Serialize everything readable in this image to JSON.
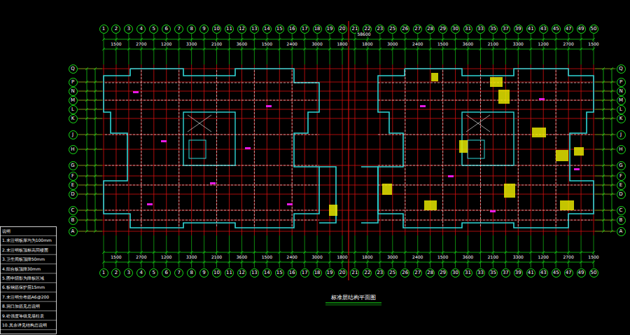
{
  "diagram": {
    "title": "标准层结构平面图",
    "nodes": [
      {
        "text": [
          "1"
        ]
      },
      {
        "text": [
          "2"
        ]
      },
      {
        "text": [
          "3"
        ]
      },
      {
        "text": [
          "4"
        ]
      },
      {
        "text": [
          "5"
        ]
      },
      {
        "text": [
          "6"
        ]
      },
      {
        "text": [
          "7"
        ]
      },
      {
        "text": [
          "8"
        ]
      },
      {
        "text": [
          "9"
        ]
      },
      {
        "text": [
          "10"
        ]
      },
      {
        "text": [
          "11"
        ]
      },
      {
        "text": [
          "12"
        ]
      },
      {
        "text": [
          "13"
        ]
      },
      {
        "text": [
          "14"
        ]
      },
      {
        "text": [
          "15"
        ]
      },
      {
        "text": [
          "16"
        ]
      },
      {
        "text": [
          "17"
        ]
      },
      {
        "text": [
          "18"
        ]
      },
      {
        "text": [
          "19"
        ]
      },
      {
        "text": [
          "20"
        ]
      },
      {
        "text": [
          "21"
        ]
      },
      {
        "text": [
          "22"
        ]
      },
      {
        "text": [
          "23"
        ]
      },
      {
        "text": [
          "25"
        ]
      },
      {
        "text": [
          "26"
        ]
      },
      {
        "text": [
          "27"
        ]
      },
      {
        "text": [
          "28"
        ]
      },
      {
        "text": [
          "29"
        ]
      },
      {
        "text": [
          "30"
        ]
      },
      {
        "text": [
          "31"
        ]
      },
      {
        "text": [
          "33"
        ]
      },
      {
        "text": [
          "35"
        ]
      },
      {
        "text": [
          "37"
        ]
      },
      {
        "text": [
          "39"
        ]
      },
      {
        "text": [
          "41"
        ]
      },
      {
        "text": [
          "43"
        ]
      },
      {
        "text": [
          "45"
        ]
      },
      {
        "text": [
          "47"
        ]
      },
      {
        "text": [
          "49"
        ]
      },
      {
        "text": [
          "50"
        ]
      },
      {
        "text": [
          "1"
        ]
      },
      {
        "text": [
          "2"
        ]
      },
      {
        "text": [
          "3"
        ]
      },
      {
        "text": [
          "4"
        ]
      },
      {
        "text": [
          "5"
        ]
      },
      {
        "text": [
          "6"
        ]
      },
      {
        "text": [
          "7"
        ]
      },
      {
        "text": [
          "8"
        ]
      },
      {
        "text": [
          "9"
        ]
      },
      {
        "text": [
          "10"
        ]
      },
      {
        "text": [
          "11"
        ]
      },
      {
        "text": [
          "12"
        ]
      },
      {
        "text": [
          "13"
        ]
      },
      {
        "text": [
          "14"
        ]
      },
      {
        "text": [
          "15"
        ]
      },
      {
        "text": [
          "16"
        ]
      },
      {
        "text": [
          "17"
        ]
      },
      {
        "text": [
          "18"
        ]
      },
      {
        "text": [
          "19"
        ]
      },
      {
        "text": [
          "20"
        ]
      },
      {
        "text": [
          "21"
        ]
      },
      {
        "text": [
          "22"
        ]
      },
      {
        "text": [
          "23"
        ]
      },
      {
        "text": [
          "25"
        ]
      },
      {
        "text": [
          "26"
        ]
      },
      {
        "text": [
          "27"
        ]
      },
      {
        "text": [
          "28"
        ]
      },
      {
        "text": [
          "29"
        ]
      },
      {
        "text": [
          "30"
        ]
      },
      {
        "text": [
          "31"
        ]
      },
      {
        "text": [
          "33"
        ]
      },
      {
        "text": [
          "35"
        ]
      },
      {
        "text": [
          "37"
        ]
      },
      {
        "text": [
          "39"
        ]
      },
      {
        "text": [
          "41"
        ]
      },
      {
        "text": [
          "43"
        ]
      },
      {
        "text": [
          "45"
        ]
      },
      {
        "text": [
          "47"
        ]
      },
      {
        "text": [
          "49"
        ]
      },
      {
        "text": [
          "50"
        ]
      },
      {
        "text": [
          "Q"
        ]
      },
      {
        "text": [
          "P"
        ]
      },
      {
        "text": [
          "N"
        ]
      },
      {
        "text": [
          "M"
        ]
      },
      {
        "text": [
          "L"
        ]
      },
      {
        "text": [
          "K"
        ]
      },
      {
        "text": [
          "J"
        ]
      },
      {
        "text": [
          "H"
        ]
      },
      {
        "text": [
          "G"
        ]
      },
      {
        "text": [
          "F"
        ]
      },
      {
        "text": [
          "E"
        ]
      },
      {
        "text": [
          "D"
        ]
      },
      {
        "text": [
          "C"
        ]
      },
      {
        "text": [
          "B"
        ]
      },
      {
        "text": [
          "A"
        ]
      },
      {
        "text": [
          "Q"
        ]
      },
      {
        "text": [
          "P"
        ]
      },
      {
        "text": [
          "N"
        ]
      },
      {
        "text": [
          "M"
        ]
      },
      {
        "text": [
          "L"
        ]
      },
      {
        "text": [
          "K"
        ]
      },
      {
        "text": [
          "J"
        ]
      },
      {
        "text": [
          "H"
        ]
      },
      {
        "text": [
          "G"
        ]
      },
      {
        "text": [
          "F"
        ]
      },
      {
        "text": [
          "E"
        ]
      },
      {
        "text": [
          "D"
        ]
      },
      {
        "text": [
          "C"
        ]
      },
      {
        "text": [
          "B"
        ]
      },
      {
        "text": [
          "A"
        ]
      }
    ],
    "labels": [
      "1500",
      "2700",
      "1200",
      "3300",
      "2100",
      "3600",
      "1500",
      "2400",
      "3000",
      "1800",
      "1800",
      "3000",
      "2400",
      "1500",
      "3600",
      "2100",
      "3300",
      "1200",
      "2700",
      "1500",
      "1500",
      "2700",
      "1200",
      "3300",
      "2100",
      "3600",
      "1500",
      "2400",
      "3000",
      "1800",
      "1800",
      "3000",
      "2400",
      "1500",
      "3600",
      "2100",
      "3300",
      "1200",
      "2700",
      "1500",
      "58600",
      "说明",
      "1.未注明板厚均为100mm",
      "2.未注明板顶标高同楼面",
      "3.卫生间板顶降50mm",
      "4.阳台板顶降30mm",
      "5.图中阴影为降板区域",
      "6.板钢筋保护层15mm",
      "7.未注明分布筋A6@200",
      "8.洞口加筋见总说明",
      "9.砼强度等级见墙柱表",
      "10.其余详见结构总说明"
    ]
  }
}
